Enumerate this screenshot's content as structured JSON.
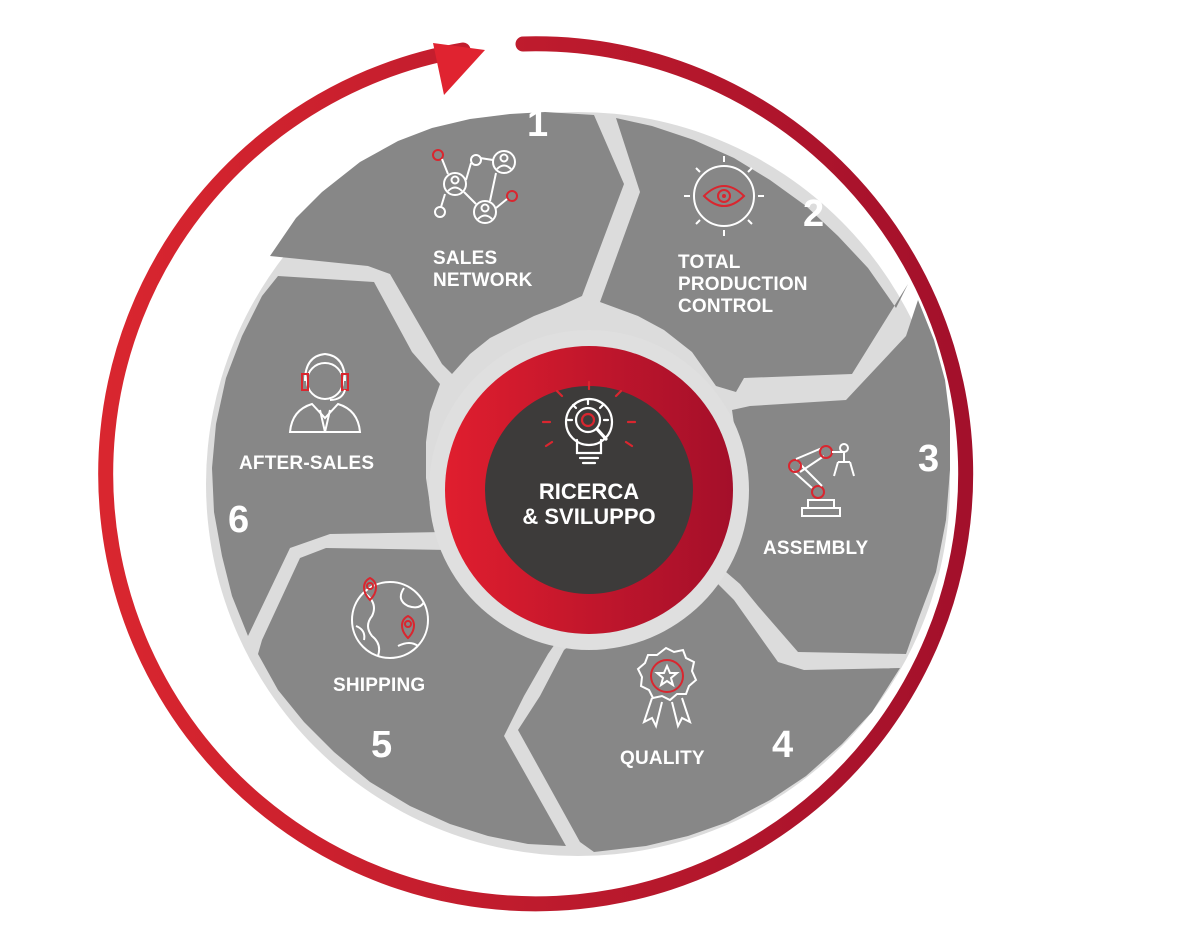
{
  "center": {
    "line1": "RICERCA",
    "line2": "& SVILUPPO",
    "icon": "gear-magnifier-lightbulb-icon"
  },
  "segments": [
    {
      "number": "1",
      "line1": "SALES",
      "line2": "NETWORK",
      "icon": "people-network-icon"
    },
    {
      "number": "2",
      "line1": "TOTAL",
      "line2": "PRODUCTION",
      "line3": "CONTROL",
      "icon": "gear-eye-icon"
    },
    {
      "number": "3",
      "line1": "ASSEMBLY",
      "icon": "robotic-arm-icon"
    },
    {
      "number": "4",
      "line1": "QUALITY",
      "icon": "award-rosette-icon"
    },
    {
      "number": "5",
      "line1": "SHIPPING",
      "icon": "globe-location-icon"
    },
    {
      "number": "6",
      "line1": "AFTER-SALES",
      "icon": "headset-agent-icon"
    }
  ],
  "colors": {
    "accent": "#c8102e",
    "segment": "#878787",
    "divider": "#dcdcdc",
    "center": "#3d3b3a"
  }
}
